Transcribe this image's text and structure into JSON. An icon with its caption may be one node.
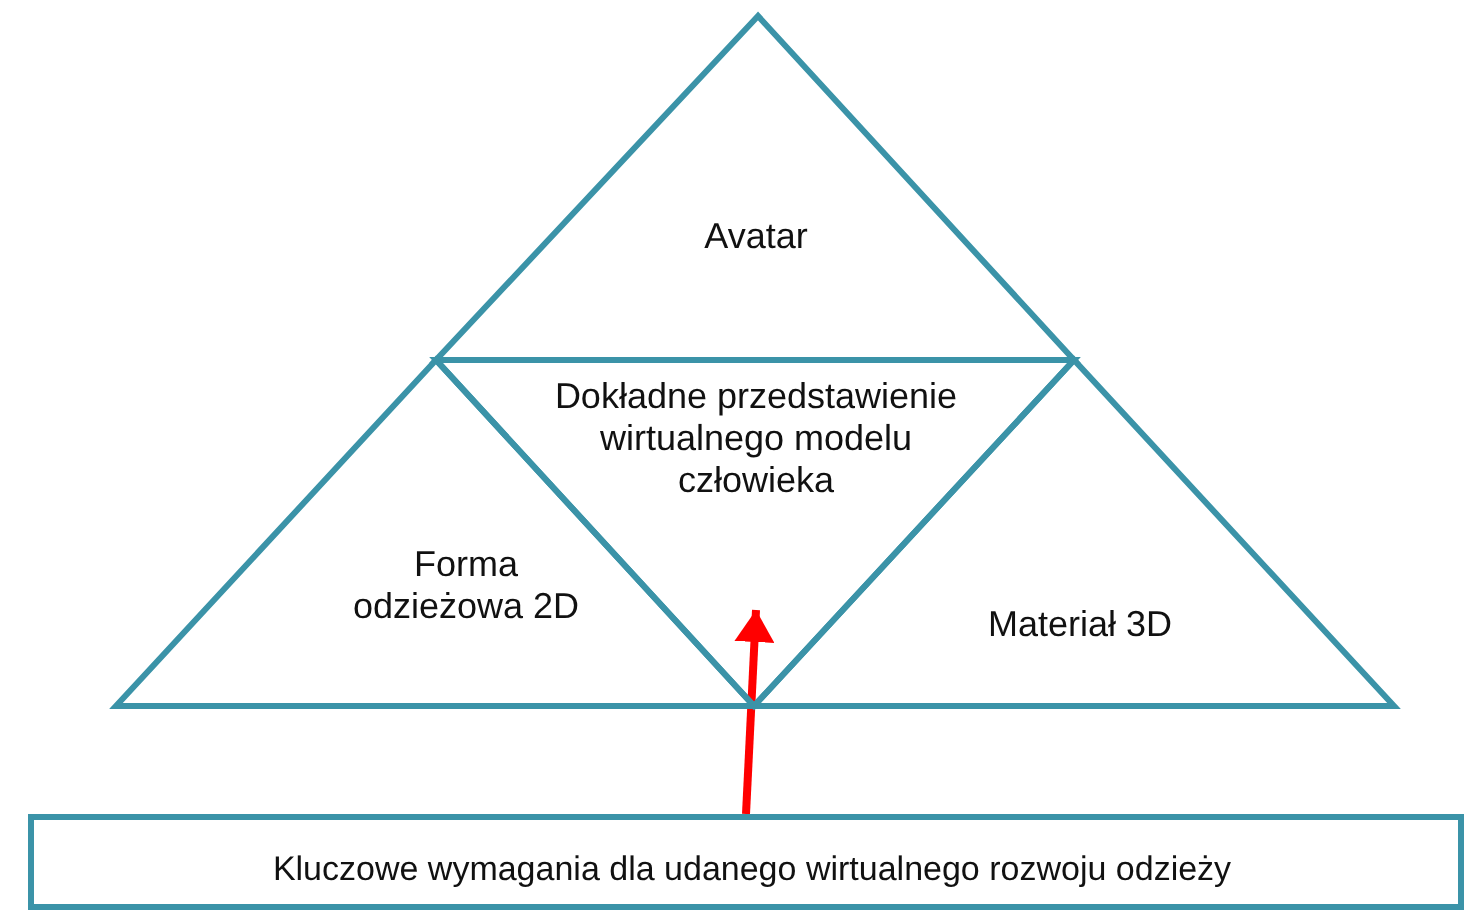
{
  "diagram": {
    "nodes": [
      {
        "text": [
          "Avatar"
        ]
      },
      {
        "text": [
          "Dokładne przedstawienie wirtualnego modelu człowieka"
        ]
      },
      {
        "text": [
          "Forma odzieżowa 2D"
        ]
      },
      {
        "text": [
          "Materiał 3D"
        ]
      },
      {
        "text": [
          "Kluczowe wymagania dla udanego wirtualnego rozwoju odzieży"
        ]
      }
    ],
    "edges": [
      {
        "from": 4,
        "to": 1,
        "arrow": "to",
        "color": "#ff0000"
      }
    ]
  }
}
